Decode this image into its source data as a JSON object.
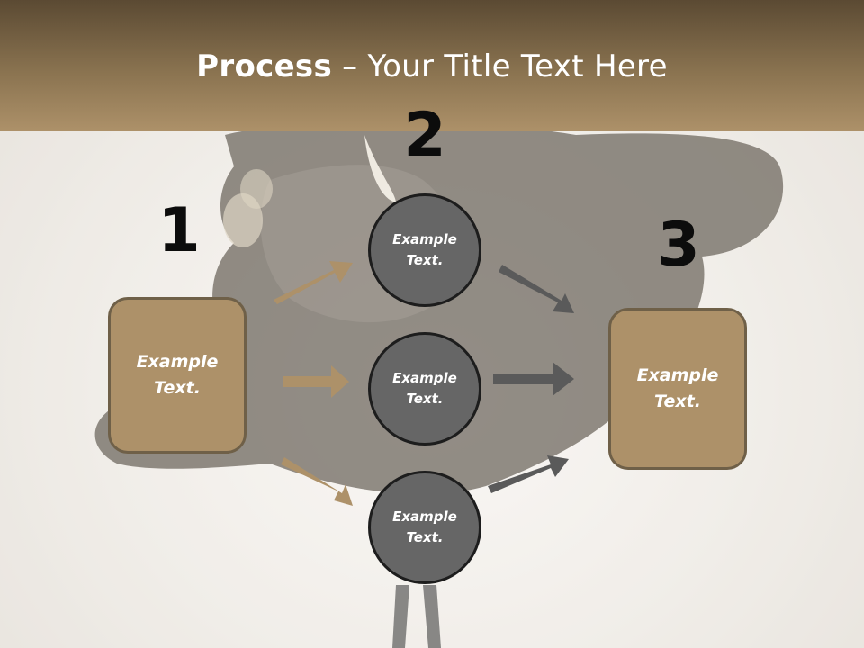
{
  "slide": {
    "title_bold": "Process",
    "title_rest": " – Your Title Text Here",
    "step_numbers": [
      "1",
      "2",
      "3"
    ],
    "left_box": "Example Text.",
    "right_box": "Example Text.",
    "circles": [
      "Example Text.",
      "Example Text.",
      "Example Text."
    ]
  },
  "colors": {
    "accent_tan": "#ad9169",
    "circle_gray": "#666666",
    "arrow_gray": "#5a5a5a"
  }
}
